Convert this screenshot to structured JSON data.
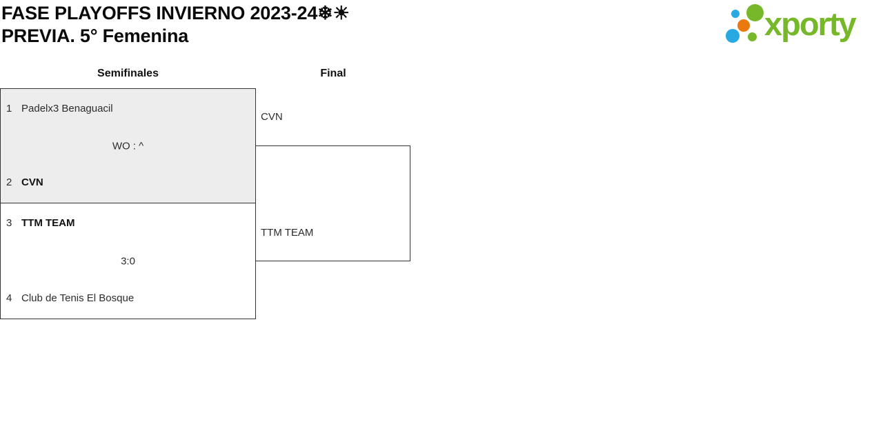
{
  "header": {
    "title_line1": "FASE PLAYOFFS INVIERNO 2023-24❄☀",
    "title_line2": "PREVIA. 5° Femenina"
  },
  "logo": {
    "text": "xporty",
    "colors": {
      "green": "#76B82A",
      "blue": "#29A9E1",
      "orange": "#EA7A0E"
    }
  },
  "rounds": [
    {
      "label": "Semifinales"
    },
    {
      "label": "Final"
    }
  ],
  "semifinals": [
    {
      "team1": {
        "seed": "1",
        "name": "Padelx3 Benaguacil",
        "winner": false
      },
      "result": "WO : ^",
      "team2": {
        "seed": "2",
        "name": "CVN",
        "winner": true
      }
    },
    {
      "team1": {
        "seed": "3",
        "name": "TTM TEAM",
        "winner": true
      },
      "result": "3:0",
      "team2": {
        "seed": "4",
        "name": "Club de Tenis El Bosque",
        "winner": false
      }
    }
  ],
  "final": {
    "top_team": "CVN",
    "bottom_team": "TTM TEAM"
  },
  "colors": {
    "played_box_fill": "#EDEDED",
    "default_box_fill": "#FFFFFF",
    "border": "#333333",
    "text": "#2C2C2C"
  }
}
